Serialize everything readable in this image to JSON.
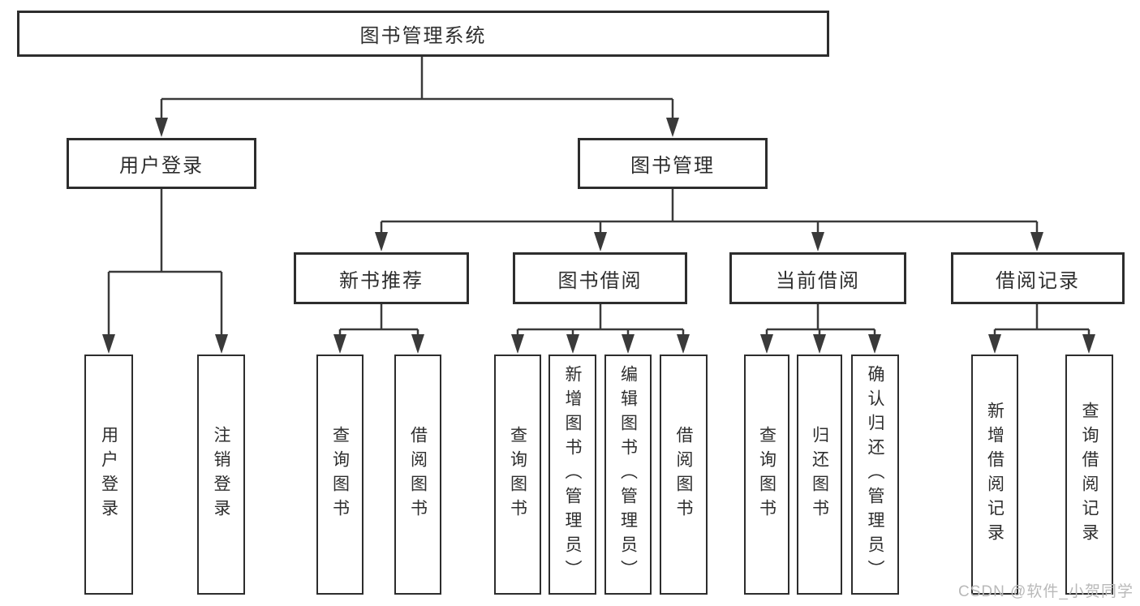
{
  "diagram": {
    "root": {
      "label": "图书管理系统"
    },
    "branches": [
      {
        "label": "用户登录",
        "children": [
          {
            "label": "用户登录"
          },
          {
            "label": "注销登录"
          }
        ]
      },
      {
        "label": "图书管理",
        "children": [
          {
            "label": "新书推荐",
            "children": [
              {
                "label": "查询图书"
              },
              {
                "label": "借阅图书"
              }
            ]
          },
          {
            "label": "图书借阅",
            "children": [
              {
                "label": "查询图书"
              },
              {
                "label": "新增图书（管理员）"
              },
              {
                "label": "编辑图书（管理员）"
              },
              {
                "label": "借阅图书"
              }
            ]
          },
          {
            "label": "当前借阅",
            "children": [
              {
                "label": "查询图书"
              },
              {
                "label": "归还图书"
              },
              {
                "label": "确认归还（管理员）"
              }
            ]
          },
          {
            "label": "借阅记录",
            "children": [
              {
                "label": "新增借阅记录"
              },
              {
                "label": "查询借阅记录"
              }
            ]
          }
        ]
      }
    ]
  },
  "watermark": {
    "text": "CSDN @软件_小贺同学"
  },
  "colors": {
    "line": "#3a3a3a",
    "border": "#2d2d2d",
    "text": "#2e2e2e",
    "watermark": "#b9b9b9",
    "background": "#ffffff"
  }
}
